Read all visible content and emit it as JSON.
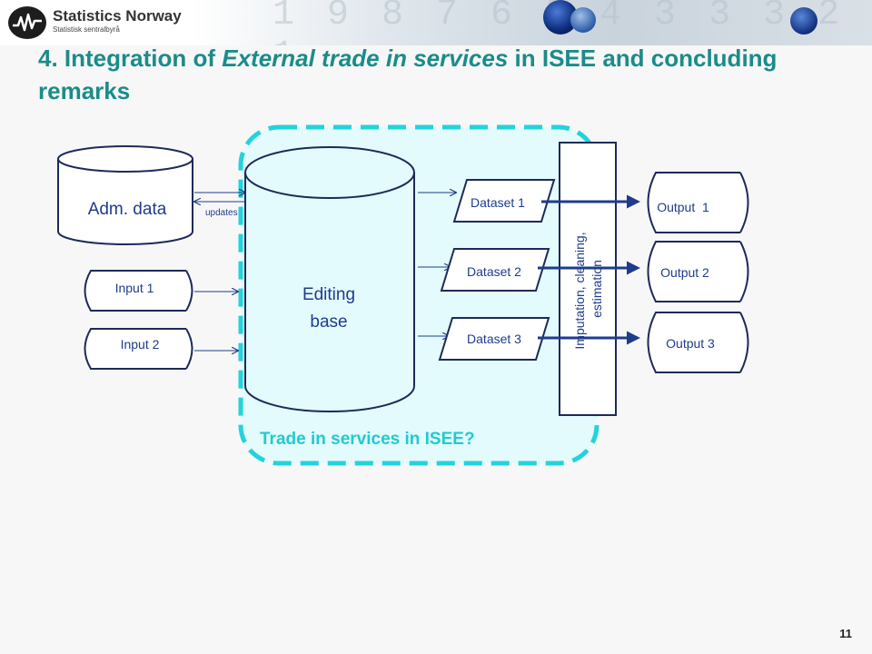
{
  "header": {
    "org_name": "Statistics Norway",
    "org_subtitle": "Statistisk sentralbyrå"
  },
  "title": {
    "prefix": "4. Integration of ",
    "emphasis": "External trade in services",
    "suffix": " in ISEE and concluding remarks"
  },
  "diagram": {
    "adm_data": "Adm. data",
    "updates": "updates",
    "inputs": [
      "Input 1",
      "Input 2"
    ],
    "editing_base": [
      "Editing",
      "base"
    ],
    "datasets": [
      "Dataset 1",
      "Dataset 2",
      "Dataset 3"
    ],
    "process": [
      "Imputation, cleaning,",
      "estimation"
    ],
    "outputs": [
      "Output  1",
      "Output 2",
      "Output 3"
    ],
    "region_label": "Trade in services in ISEE?"
  },
  "colors": {
    "title": "#1a8c8a",
    "region_border": "#22d3dc",
    "region_fill": "#e3fbfc",
    "accent_arrow": "#1f3c8c"
  },
  "footer": {
    "page_number": "11"
  }
}
